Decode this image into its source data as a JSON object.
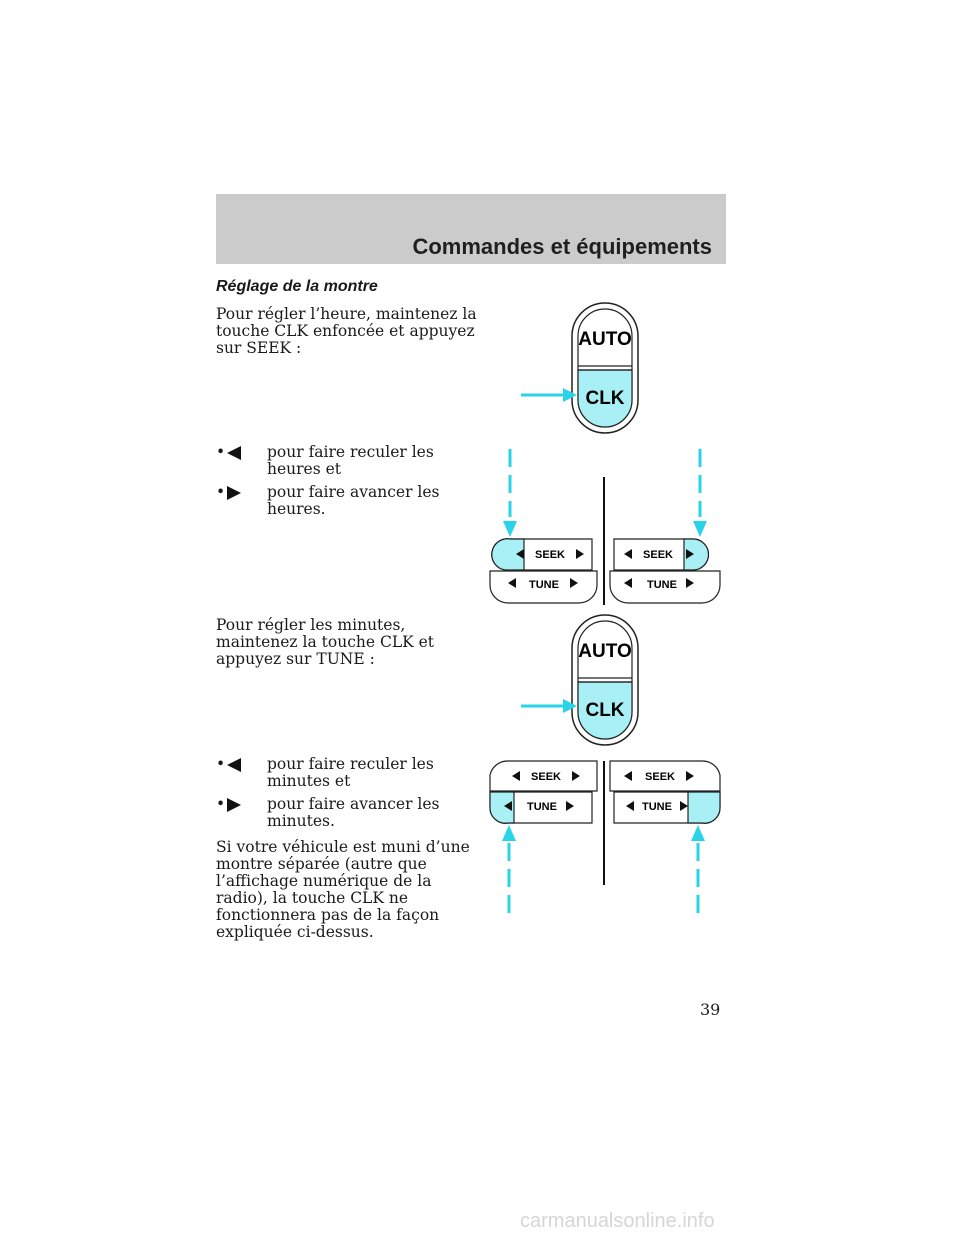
{
  "header": {
    "title": "Commandes et équipements"
  },
  "section": {
    "heading": "Réglage de la montre"
  },
  "paragraphs": {
    "hours_intro": "Pour régler l’heure, maintenez la touche CLK enfoncée et appuyez sur SEEK :",
    "minutes_intro": "Pour régler les minutes, maintenez la touche CLK et appuyez sur TUNE :",
    "note": "Si votre véhicule est muni d’une montre séparée (autre que l’affichage numérique de la radio), la touche CLK ne fonctionnera pas de la façon expliquée ci-dessus."
  },
  "bullets": {
    "hours_back": "pour faire reculer les heures et",
    "hours_forward": "pour faire avancer les heures.",
    "minutes_back": "pour faire reculer les minutes et",
    "minutes_forward": "pour faire avancer les minutes.",
    "bullet_char": "•"
  },
  "buttons": {
    "auto": "AUTO",
    "clk": "CLK",
    "seek": "SEEK",
    "tune": "TUNE"
  },
  "page_number": "39",
  "watermark": "carmanualsonline.info",
  "colors": {
    "highlight": "#a8f0f5",
    "arrow": "#2ad4e8",
    "header_band": "#cbcbcb"
  },
  "icons": {
    "back": "left-triangle-icon",
    "forward": "right-triangle-icon"
  }
}
